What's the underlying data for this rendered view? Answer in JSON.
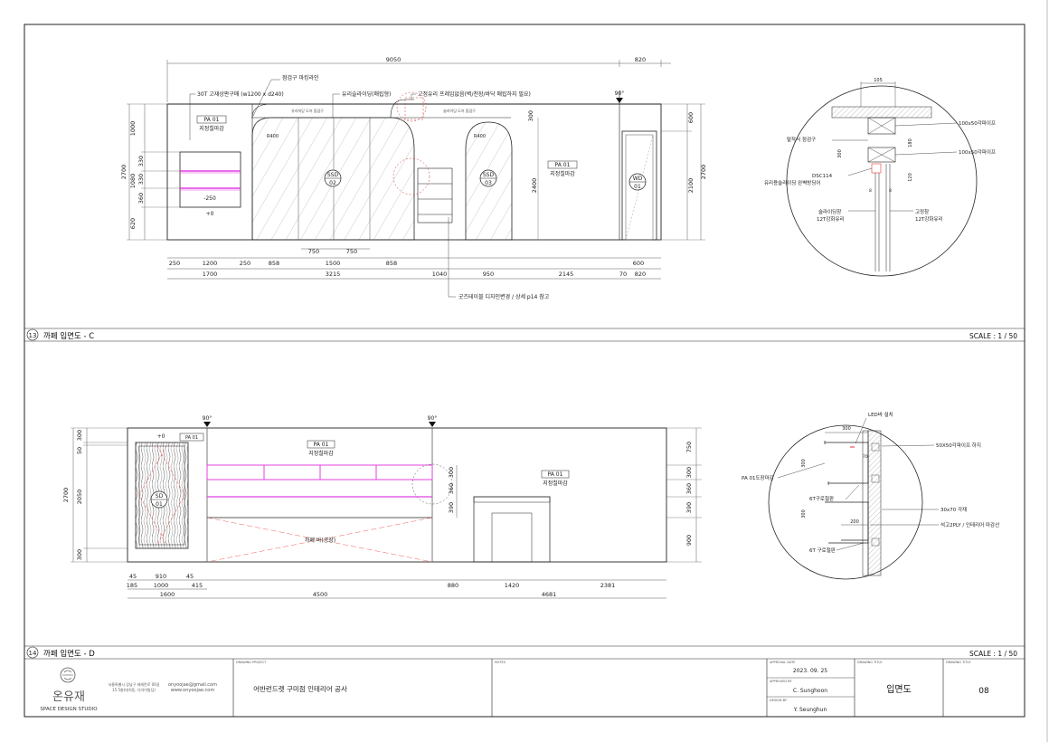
{
  "views": [
    {
      "number": "13",
      "title": "까페 입면도 - C",
      "scale": "SCALE : 1 / 50"
    },
    {
      "number": "14",
      "title": "까페 입면도 - D",
      "scale": "SCALE : 1 / 50"
    }
  ],
  "elevation_c": {
    "top_dims": [
      "9050",
      "820"
    ],
    "angle_marks": [
      "90°"
    ],
    "callouts": {
      "inspection": "점검구 마킹라인",
      "window": "30T 고재상판구매 (w1200 x d240)",
      "sliding": "유리슬라이딩(매립형)",
      "frame": "고정유리 프레임없음(벽/천장/바닥 매립하지 필요)",
      "goods_table": "굿즈테이블 디자인변경 / 상세 p14 참고"
    },
    "door_labels": [
      "유리미닫 도어 점검구",
      "슬라이딩 도어 점검구"
    ],
    "radius_labels": [
      "R400",
      "R400"
    ],
    "finish_code": "PA 01",
    "finish_text": "지정칠마감",
    "window_levels": [
      "-250",
      "+0"
    ],
    "tags": [
      {
        "code": "SSD",
        "num": "02"
      },
      {
        "code": "SSD",
        "num": "03"
      },
      {
        "code": "WD",
        "num": "01"
      }
    ],
    "left_dims": [
      "1000",
      "330",
      "1080",
      "330",
      "360",
      "620",
      "2700"
    ],
    "inner_dims": [
      "300",
      "2400"
    ],
    "right_dims": [
      "600",
      "2100",
      "2700"
    ],
    "bottom_row1": [
      "250",
      "1200",
      "250",
      "858",
      "750",
      "750",
      "858",
      "600"
    ],
    "bottom_mid": "1500",
    "bottom_row2": [
      "1700",
      "3215",
      "1040",
      "950",
      "2145",
      "70",
      "820"
    ]
  },
  "detail_c": {
    "top_dim": "105",
    "labels": [
      "100x50각파이프",
      "탈작식 점검구",
      "100x50각파이프",
      "DSC114",
      "유리용슬라이딩 완벽방딩어",
      "슬라이딩창",
      "12T강화유리",
      "고정창",
      "12T강화유리"
    ],
    "dims": [
      "180",
      "300",
      "120",
      "8",
      "8"
    ]
  },
  "elevation_d": {
    "angle_marks": [
      "90°",
      "90°"
    ],
    "level": "+0",
    "finish_code": "PA 01",
    "finish_text": "지정칠마감",
    "tag": {
      "code": "SD",
      "num": "01"
    },
    "counter_label": "까페 바(공장)",
    "left_dims": [
      "300",
      "50",
      "2050",
      "300",
      "2700"
    ],
    "shelf_dims": [
      "300",
      "360",
      "390"
    ],
    "right_dims": [
      "750",
      "300",
      "360",
      "390",
      "900"
    ],
    "bottom_row1": [
      "45",
      "910",
      "45",
      "880",
      "1420",
      "2381"
    ],
    "bottom_row2": [
      "185",
      "1000",
      "415"
    ],
    "bottom_row3": [
      "1600",
      "4500",
      "4681"
    ]
  },
  "detail_d": {
    "labels": [
      "LED바 설치",
      "50X50각파이프 하지",
      "PA 01도장마감",
      "6T구로철판",
      "30x70 각재",
      "석고2PLY / 인테리어 마감선",
      "6T 구로철판"
    ],
    "dims": [
      "300",
      "70",
      "300",
      "300",
      "200"
    ]
  },
  "title_block": {
    "logo_text": "온유재",
    "studio": "SPACE DESIGN STUDIO",
    "address_lines": [
      "서울특별시 강남구 테헤란로 00길",
      "15 5층(대치동, 디아이빌딩)"
    ],
    "email": "onyoojae@gmail.com",
    "website": "www.onyoojae.com",
    "project_label": "DRAWING PROJECT",
    "project": "어반런드렛 구미점 인테리어 공사",
    "notes_label": "NOTES",
    "approval_label": "APPROVAL DATE",
    "approval_date": "2023. 09. 25",
    "approved_label": "APPROVED BY",
    "approved_by": "C. Sunghoon",
    "design_label": "DESIGN BY",
    "design_by": "Y. Seunghun",
    "drawing_title_label": "DRAWING TITLE",
    "drawing_title": "입면도",
    "drawing_no_label": "DRAWING TITLE",
    "drawing_no": "08"
  }
}
